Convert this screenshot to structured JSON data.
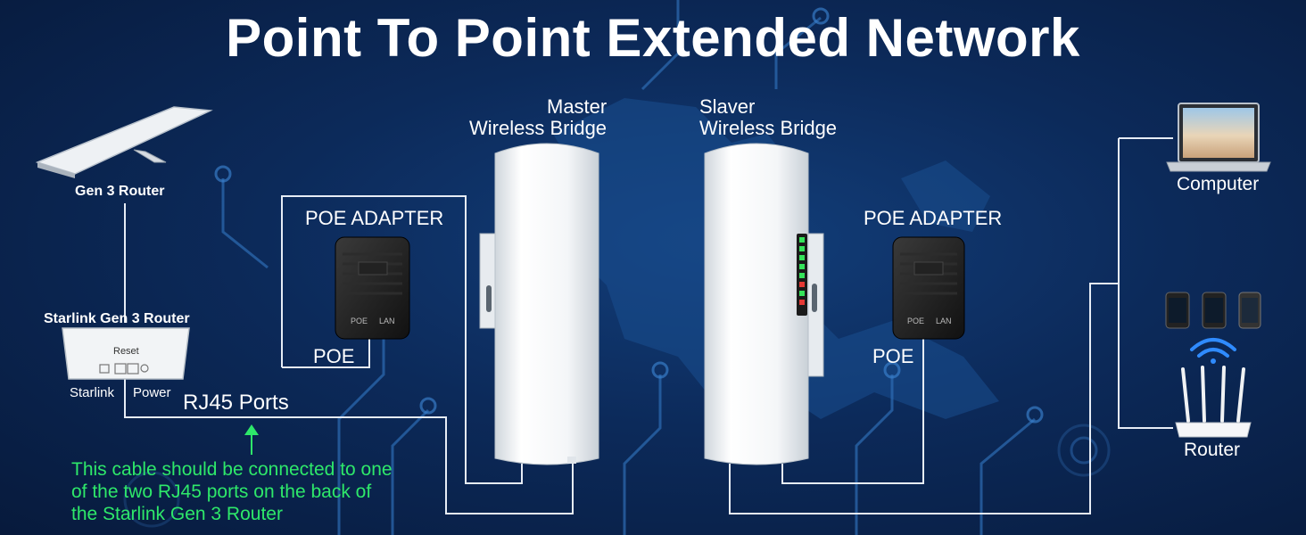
{
  "title": "Point To Point Extended Network",
  "devices": {
    "dish": {
      "label": "Gen 3 Router"
    },
    "router_box": {
      "label": "Starlink Gen 3 Router",
      "reset": "Reset",
      "port_left": "Starlink",
      "port_right": "Power"
    },
    "master": {
      "line1": "Master",
      "line2": "Wireless Bridge"
    },
    "slaver": {
      "line1": "Slaver",
      "line2": "Wireless Bridge"
    },
    "poe_left": {
      "label": "POE ADAPTER",
      "port_label": "POE",
      "jack_left": "POE",
      "jack_right": "LAN"
    },
    "poe_right": {
      "label": "POE ADAPTER",
      "port_label": "POE",
      "jack_left": "POE",
      "jack_right": "LAN"
    },
    "computer": {
      "label": "Computer"
    },
    "home_router": {
      "label": "Router"
    }
  },
  "rj45": {
    "label": "RJ45 Ports"
  },
  "note": {
    "line1": "This cable should be connected to one",
    "line2": "of the two RJ45 ports on the back of",
    "line3": "the Starlink Gen 3 Router"
  },
  "colors": {
    "background": "#0c2a5a",
    "cable": "#e6ecf5",
    "note_text": "#2ee86a",
    "led_on": "#35e35a",
    "led_alert": "#e53935"
  }
}
